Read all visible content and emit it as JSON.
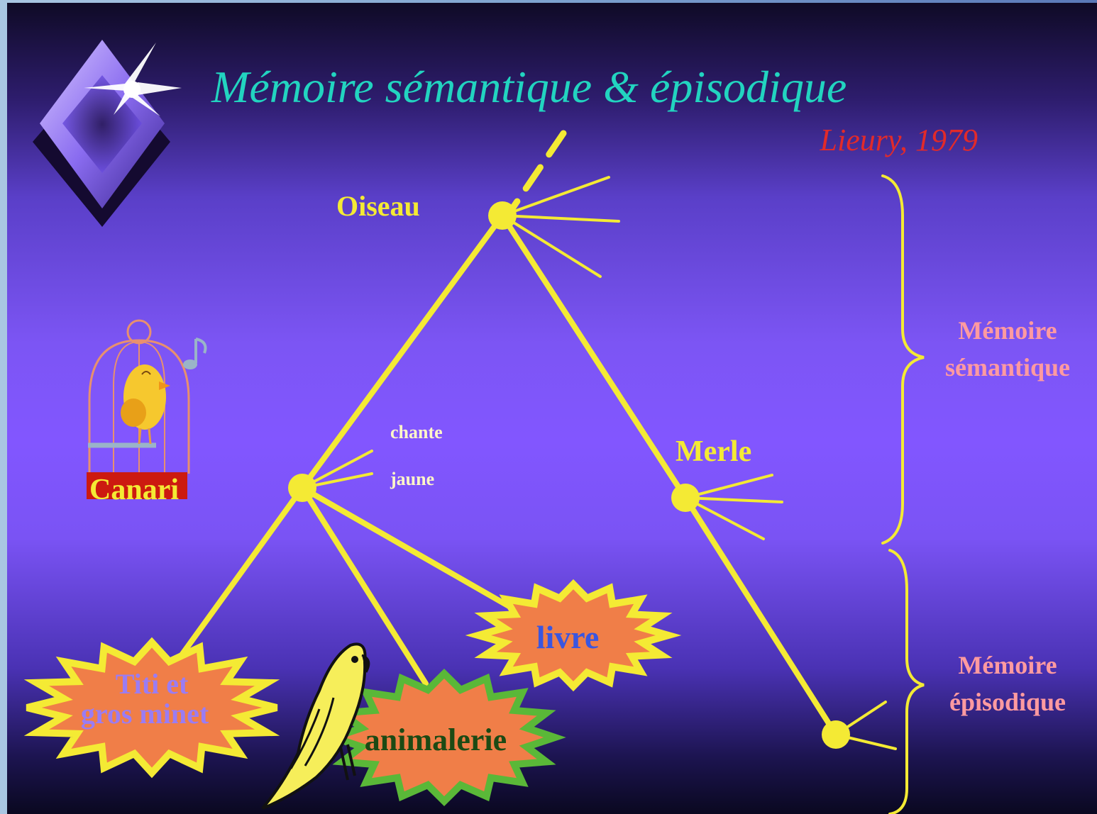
{
  "title": "Mémoire sémantique & épisodique",
  "citation": "Lieury, 1979",
  "nodes": {
    "oiseau": "Oiseau",
    "canari": "Canari",
    "merle": "Merle"
  },
  "properties": {
    "chante": "chante",
    "jaune": "jaune"
  },
  "episodes": {
    "titi_line1": "Titi et",
    "titi_line2": "gros minet",
    "animalerie": "animalerie",
    "livre": "livre"
  },
  "brackets": {
    "semantic_line1": "Mémoire",
    "semantic_line2": "sémantique",
    "episodic_line1": "Mémoire",
    "episodic_line2": "épisodique"
  },
  "colors": {
    "tree_line": "#f4ea34",
    "title": "#22d4c0",
    "citation": "#e22a2a",
    "bracket_text": "#ff9aa0",
    "burst_fill": "#f07e48"
  },
  "icons": [
    "diamond-star-logo",
    "birdcage-canary-icon",
    "music-note-icon",
    "parrot-icon"
  ]
}
